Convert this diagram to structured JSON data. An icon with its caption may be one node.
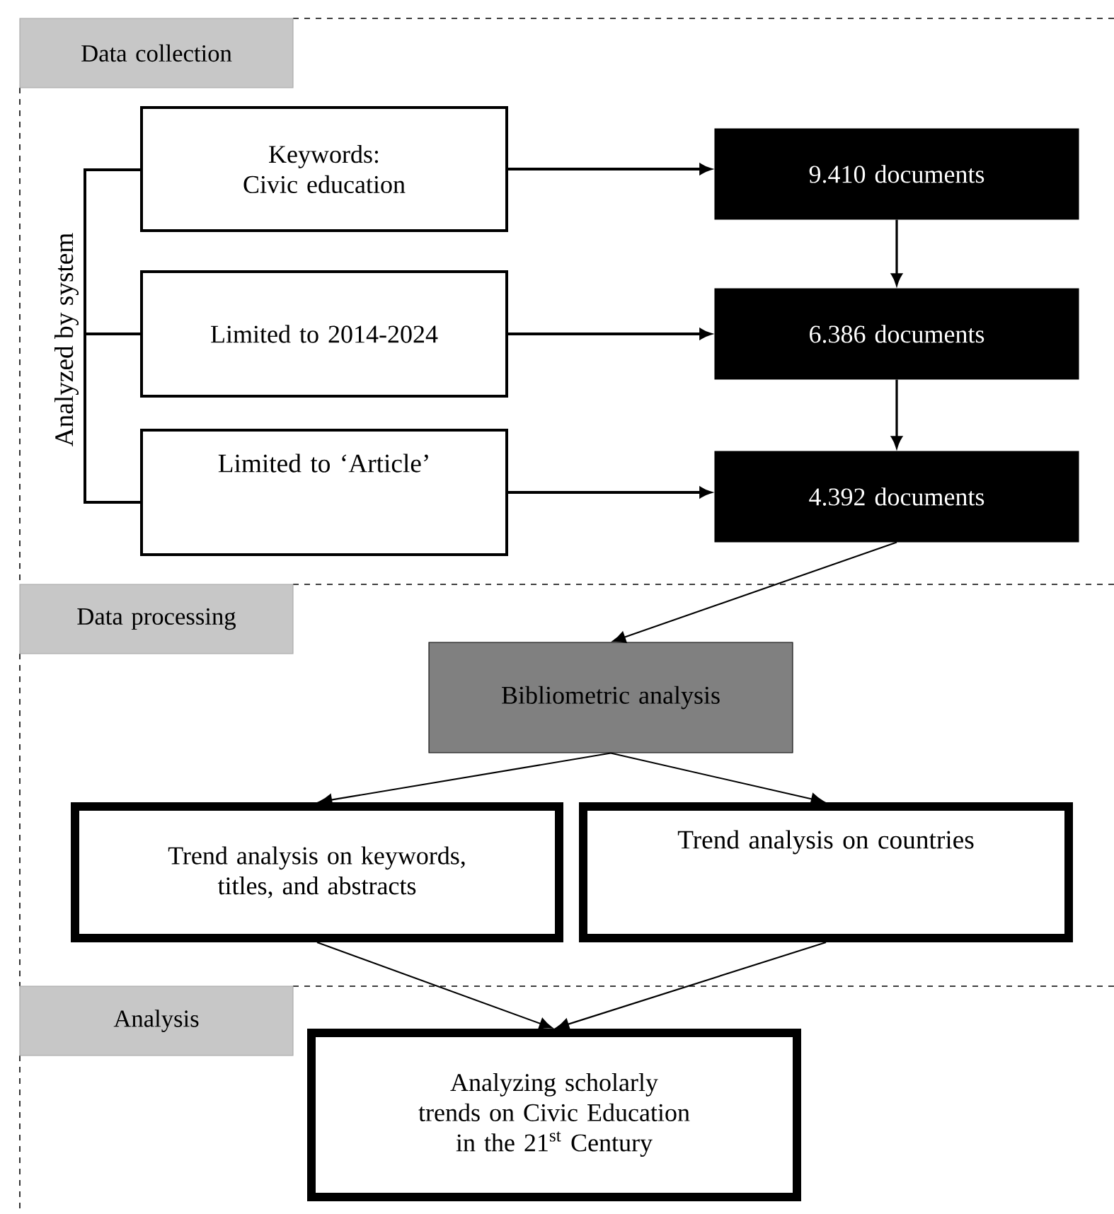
{
  "diagram": {
    "nodes": [
      {
        "text": [
          "Data collection"
        ]
      },
      {
        "text": [
          "Keywords: Civic education"
        ]
      },
      {
        "text": [
          "Limited to 2014-2024"
        ]
      },
      {
        "text": [
          "Limited to ‘Article’"
        ]
      },
      {
        "text": [
          "9.410 documents"
        ]
      },
      {
        "text": [
          "6.386 documents"
        ]
      },
      {
        "text": [
          "4.392 documents"
        ]
      },
      {
        "text": [
          "Data processing"
        ]
      },
      {
        "text": [
          "Bibliometric analysis"
        ]
      },
      {
        "text": [
          "Trend analysis on keywords, titles, and abstracts"
        ]
      },
      {
        "text": [
          "Trend analysis on countries"
        ]
      },
      {
        "text": [
          "Analysis"
        ]
      },
      {
        "text": [
          "Analyzing scholarly trends on Civic Education in the 21$^{st}$ Century"
        ]
      }
    ],
    "edges": [
      {
        "from": 1,
        "to": 4,
        "arrow": "to"
      },
      {
        "from": 2,
        "to": 5,
        "arrow": "to"
      },
      {
        "from": 3,
        "to": 6,
        "arrow": "to"
      },
      {
        "from": 4,
        "to": 5,
        "arrow": "to"
      },
      {
        "from": 5,
        "to": 6,
        "arrow": "to"
      },
      {
        "from": 6,
        "to": 8,
        "arrow": "to"
      },
      {
        "from": 8,
        "to": 9,
        "arrow": "to"
      },
      {
        "from": 8,
        "to": 10,
        "arrow": "to"
      },
      {
        "from": 9,
        "to": 12,
        "arrow": "to"
      },
      {
        "from": 10,
        "to": 12,
        "arrow": "to"
      }
    ],
    "labels": [
      "Analyzed by system"
    ]
  }
}
